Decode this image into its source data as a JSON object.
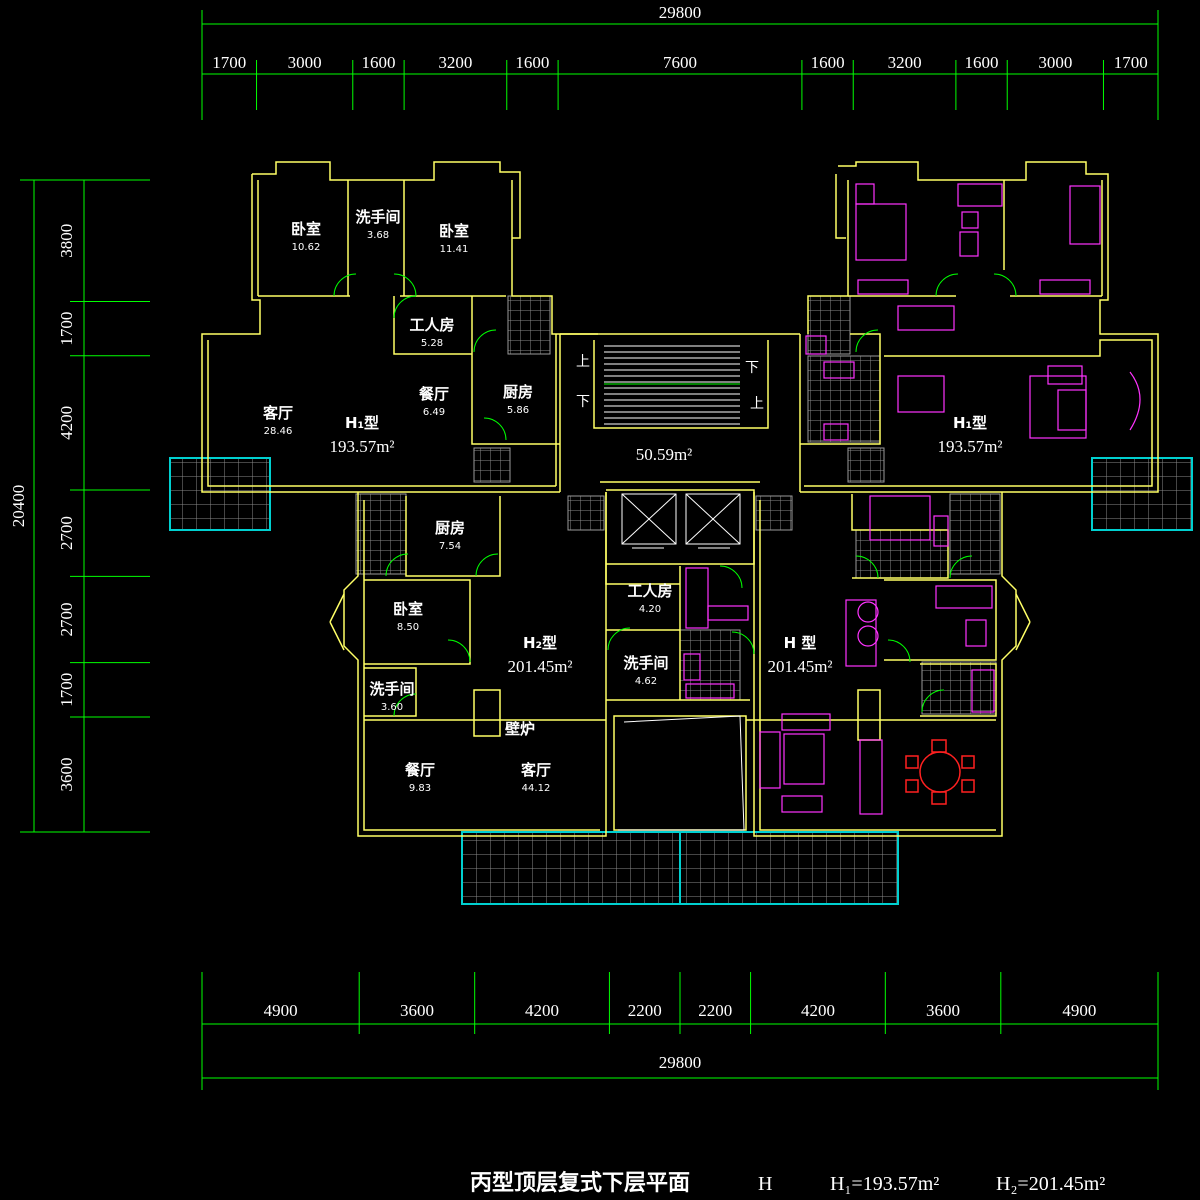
{
  "dimensions": {
    "top_total": "29800",
    "top_segments": [
      "1700",
      "3000",
      "1600",
      "3200",
      "1600",
      "7600",
      "1600",
      "3200",
      "1600",
      "3000",
      "1700"
    ],
    "bottom_segments": [
      "4900",
      "3600",
      "4200",
      "2200",
      "2200",
      "4200",
      "3600",
      "4900"
    ],
    "bottom_total": "29800",
    "left_total": "20400",
    "left_segments": [
      "3800",
      "1700",
      "4200",
      "2700",
      "2700",
      "1700",
      "3600"
    ]
  },
  "rooms": [
    {
      "name": "卧室",
      "area": "10.62"
    },
    {
      "name": "洗手间",
      "area": "3.68"
    },
    {
      "name": "卧室",
      "area": "11.41"
    },
    {
      "name": "工人房",
      "area": "5.28"
    },
    {
      "name": "客厅",
      "area": "28.46"
    },
    {
      "name": "餐厅",
      "area": "6.49"
    },
    {
      "name": "厨房",
      "area": "5.86"
    },
    {
      "name": "厨房",
      "area": "7.54"
    },
    {
      "name": "卧室",
      "area": "8.50"
    },
    {
      "name": "洗手间",
      "area": "3.60"
    },
    {
      "name": "壁炉",
      "area": ""
    },
    {
      "name": "餐厅",
      "area": "9.83"
    },
    {
      "name": "客厅",
      "area": "44.12"
    },
    {
      "name": "工人房",
      "area": "4.20"
    },
    {
      "name": "洗手间",
      "area": "4.62"
    }
  ],
  "units": [
    {
      "type": "H₁型",
      "area": "193.57m²"
    },
    {
      "type": "H₁型",
      "area": "193.57m²"
    },
    {
      "type": "H₂型",
      "area": "201.45m²"
    },
    {
      "type": "H 型",
      "area": "201.45m²"
    }
  ],
  "core": {
    "area": "50.59m²",
    "stair_labels": [
      "上",
      "下",
      "下",
      "上"
    ]
  },
  "title": {
    "main": "丙型顶层复式下层平面",
    "type_h": "H",
    "h1": "H₁=193.57m²",
    "h2": "H₂=201.45m²"
  },
  "colors": {
    "background": "#000000",
    "dimension": "#00ff00",
    "wall": "#ffff66",
    "grid": "#9a9a9a",
    "balcony": "#00d0d0",
    "furniture": "#ff33ff",
    "dining": "#ff2020",
    "text": "#ffffff"
  }
}
